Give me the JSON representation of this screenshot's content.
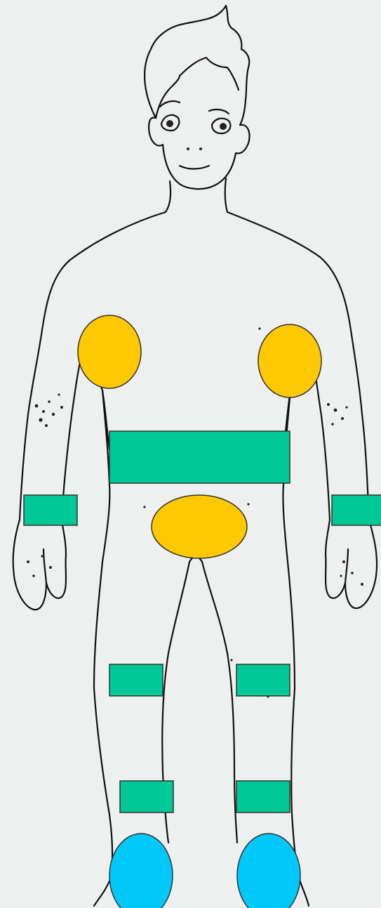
{
  "figure": {
    "subject": "boy-body-outline",
    "background_color": "#eef0f0",
    "line_color": "#111111"
  },
  "legend_colors": {
    "oval_yellow": "#ffc800",
    "rect_green": "#00c896",
    "oval_blue": "#00c8f8"
  },
  "markers": [
    {
      "id": "right-shoulder",
      "shape": "oval",
      "color": "#ffc800"
    },
    {
      "id": "left-shoulder",
      "shape": "oval",
      "color": "#ffc800"
    },
    {
      "id": "waist",
      "shape": "rect",
      "color": "#00c896"
    },
    {
      "id": "pelvis",
      "shape": "oval",
      "color": "#ffc800"
    },
    {
      "id": "right-wrist",
      "shape": "rect",
      "color": "#00c896"
    },
    {
      "id": "left-wrist",
      "shape": "rect",
      "color": "#00c896"
    },
    {
      "id": "right-knee",
      "shape": "rect",
      "color": "#00c896"
    },
    {
      "id": "left-knee",
      "shape": "rect",
      "color": "#00c896"
    },
    {
      "id": "right-ankle",
      "shape": "rect",
      "color": "#00c896"
    },
    {
      "id": "left-ankle",
      "shape": "rect",
      "color": "#00c896"
    },
    {
      "id": "right-foot",
      "shape": "oval",
      "color": "#00c8f8"
    },
    {
      "id": "left-foot",
      "shape": "oval",
      "color": "#00c8f8"
    }
  ]
}
